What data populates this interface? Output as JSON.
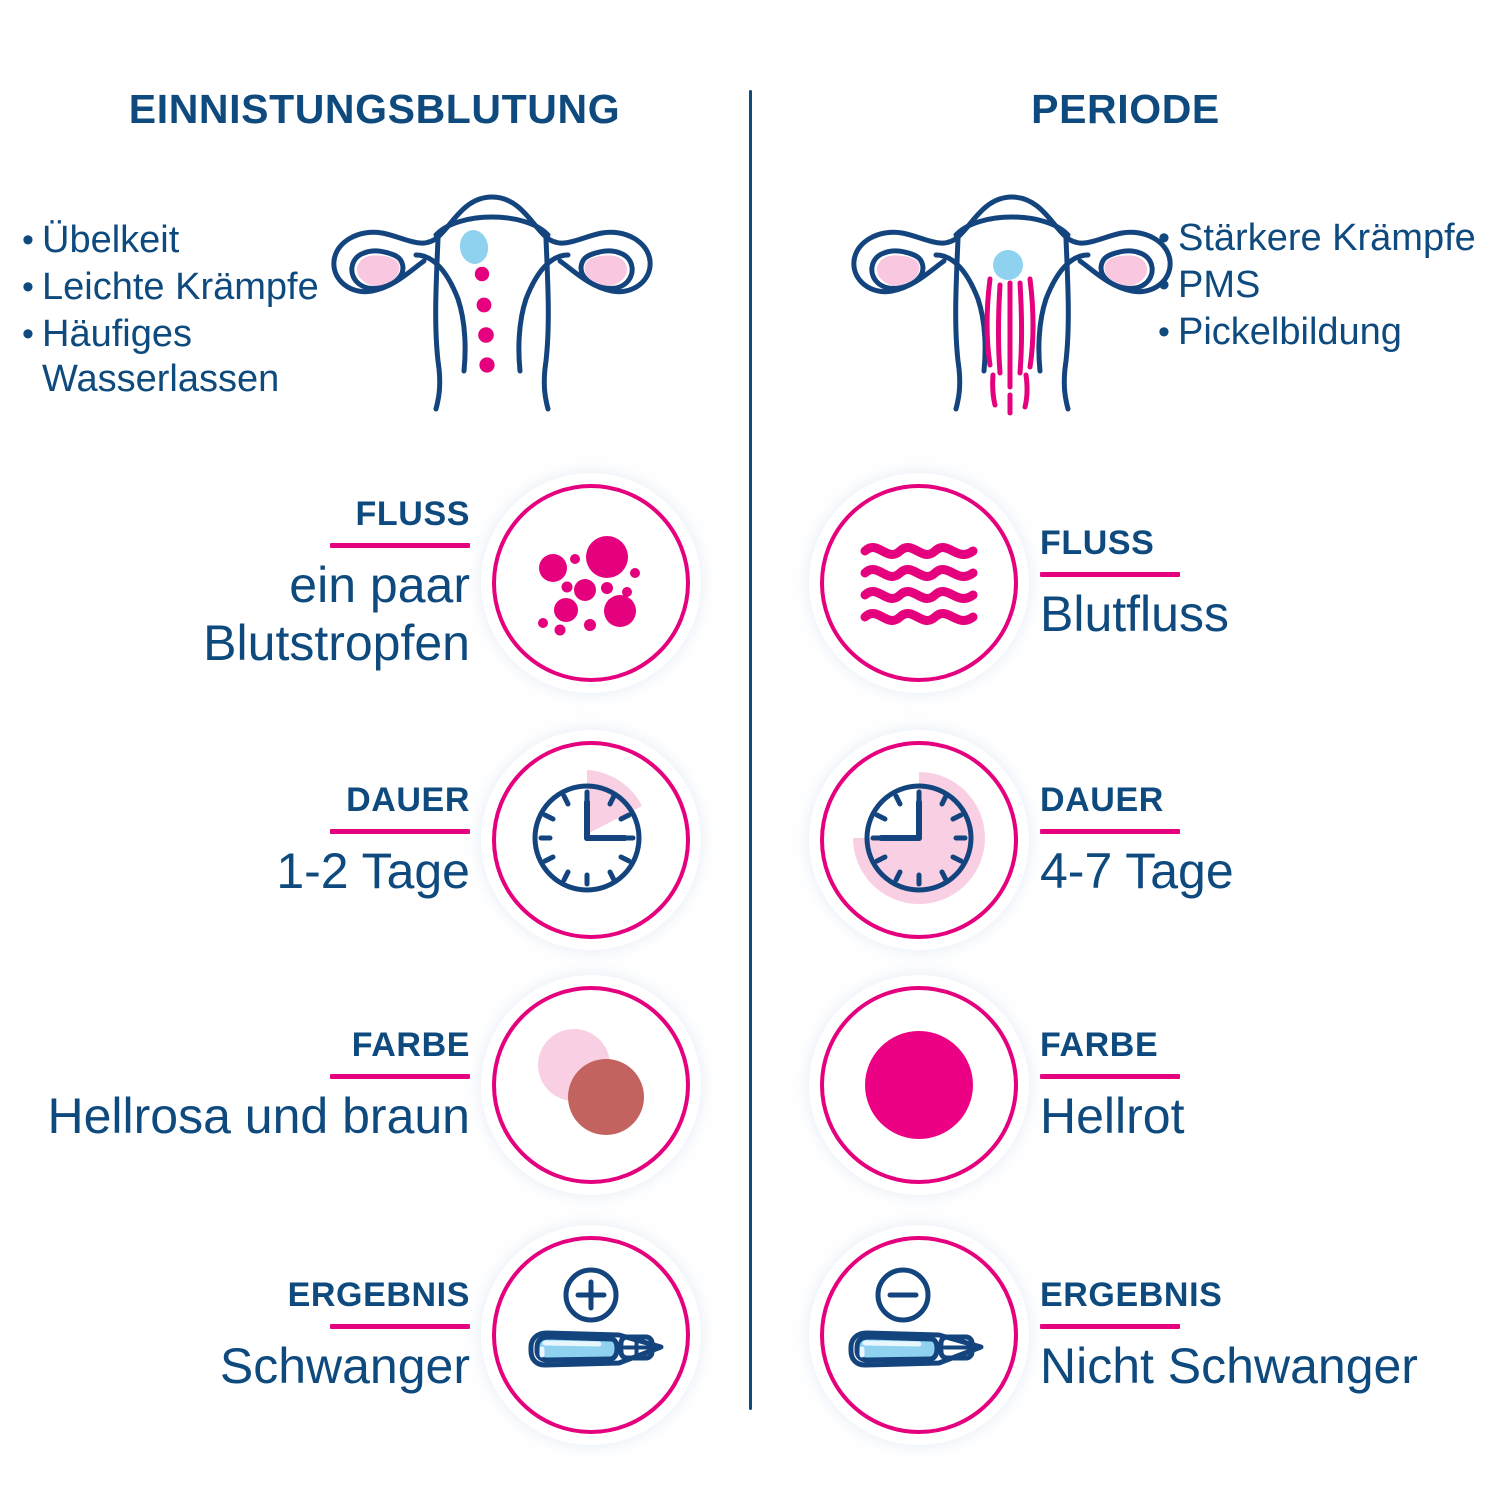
{
  "columns": [
    {
      "id": "einnistungsblutung",
      "title": "EINNISTUNGSBLUTUNG",
      "symptoms": [
        "Übelkeit",
        "Leichte Krämpfe",
        "Häufiges Wasserlassen"
      ],
      "diagram": "uterus-implantation-bleeding-icon",
      "facts": [
        {
          "title": "FLUSS",
          "value": "ein paar Blutstropfen",
          "icon": "blood-droplets-icon"
        },
        {
          "title": "DAUER",
          "value": "1-2 Tage",
          "icon": "clock-short-duration-icon"
        },
        {
          "title": "FARBE",
          "value": "Hellrosa und braun",
          "icon": "two-color-dots-icon"
        },
        {
          "title": "ERGEBNIS",
          "value": "Schwanger",
          "icon": "pregnancy-test-positive-icon"
        }
      ]
    },
    {
      "id": "periode",
      "title": "PERIODE",
      "symptoms": [
        "Stärkere Krämpfe",
        "PMS",
        "Pickelbildung"
      ],
      "diagram": "uterus-menstruation-icon",
      "facts": [
        {
          "title": "FLUSS",
          "value": "Blutfluss",
          "icon": "blood-flow-waves-icon"
        },
        {
          "title": "DAUER",
          "value": "4-7 Tage",
          "icon": "clock-long-duration-icon"
        },
        {
          "title": "FARBE",
          "value": "Hellrot",
          "icon": "solid-magenta-dot-icon"
        },
        {
          "title": "ERGEBNIS",
          "value": "Nicht Schwanger",
          "icon": "pregnancy-test-negative-icon"
        }
      ]
    }
  ],
  "bullet_glyph": "•",
  "colors": {
    "navy": "#0e4a7e",
    "magenta": "#e5007d",
    "light_pink": "#f9c8e0",
    "pale_pink": "#f7d3e6",
    "brown": "#c26360",
    "light_blue": "#8ed2ef",
    "halo": "#eef2f7",
    "background": "#ffffff"
  }
}
